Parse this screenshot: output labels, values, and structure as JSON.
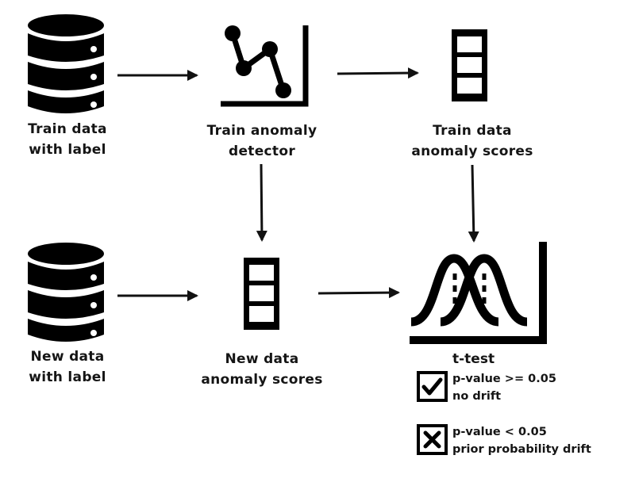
{
  "nodes": {
    "train_data": {
      "line1": "Train data",
      "line2": "with label",
      "icon": "database-icon"
    },
    "train_detector": {
      "line1": "Train anomaly",
      "line2": "detector",
      "icon": "line-chart-icon"
    },
    "train_scores": {
      "line1": "Train data",
      "line2": "anomaly scores",
      "icon": "score-list-icon"
    },
    "new_data": {
      "line1": "New data",
      "line2": "with label",
      "icon": "database-icon"
    },
    "new_scores": {
      "line1": "New data",
      "line2": "anomaly scores",
      "icon": "score-list-icon"
    },
    "ttest": {
      "label": "t-test",
      "icon": "bell-curves-icon"
    }
  },
  "edges": [
    {
      "from": "train_data",
      "to": "train_detector"
    },
    {
      "from": "train_detector",
      "to": "train_scores"
    },
    {
      "from": "train_detector",
      "to": "new_scores"
    },
    {
      "from": "train_scores",
      "to": "ttest"
    },
    {
      "from": "new_data",
      "to": "new_scores"
    },
    {
      "from": "new_scores",
      "to": "ttest"
    }
  ],
  "outcomes": [
    {
      "icon": "checkbox-check-icon",
      "line1": "p-value >= 0.05",
      "line2": "no drift"
    },
    {
      "icon": "checkbox-x-icon",
      "line1": "p-value < 0.05",
      "line2": "prior probability drift"
    }
  ]
}
